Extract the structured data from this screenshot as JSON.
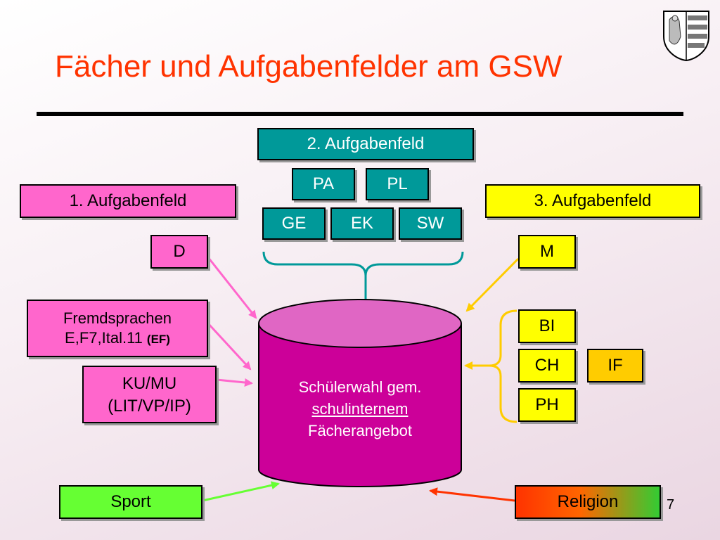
{
  "title": "Fächer und Aufgabenfelder am GSW",
  "page_number": "7",
  "field2": {
    "header": "2. Aufgabenfeld",
    "row1": [
      "PA",
      "PL"
    ],
    "row2": [
      "GE",
      "EK",
      "SW"
    ]
  },
  "field1": {
    "header": "1. Aufgabenfeld",
    "d": "D",
    "fremdsprachen_line1": "Fremdsprachen",
    "fremdsprachen_line2": "E,F7,Ital.11",
    "fremdsprachen_ef": "(EF)",
    "kumu_line1": "KU/MU",
    "kumu_line2": "(LIT/VP/IP)"
  },
  "field3": {
    "header": "3. Aufgabenfeld",
    "m": "M",
    "sciences": [
      "BI",
      "CH",
      "PH"
    ],
    "informatik": "IF"
  },
  "center": {
    "line1": "Schülerwahl gem.",
    "line2": "schulinternem",
    "line3": "Fächerangebot"
  },
  "sport": "Sport",
  "religion": "Religion",
  "colors": {
    "title": "#ff3300",
    "teal": "#009999",
    "pink": "#ff66cc",
    "yellow": "#ffff00",
    "if_orange": "#ffcc00",
    "drum": "#cc0099",
    "sport_green": "#66ff33",
    "religion_gradient": [
      "#ff3300",
      "#33cc33"
    ]
  }
}
